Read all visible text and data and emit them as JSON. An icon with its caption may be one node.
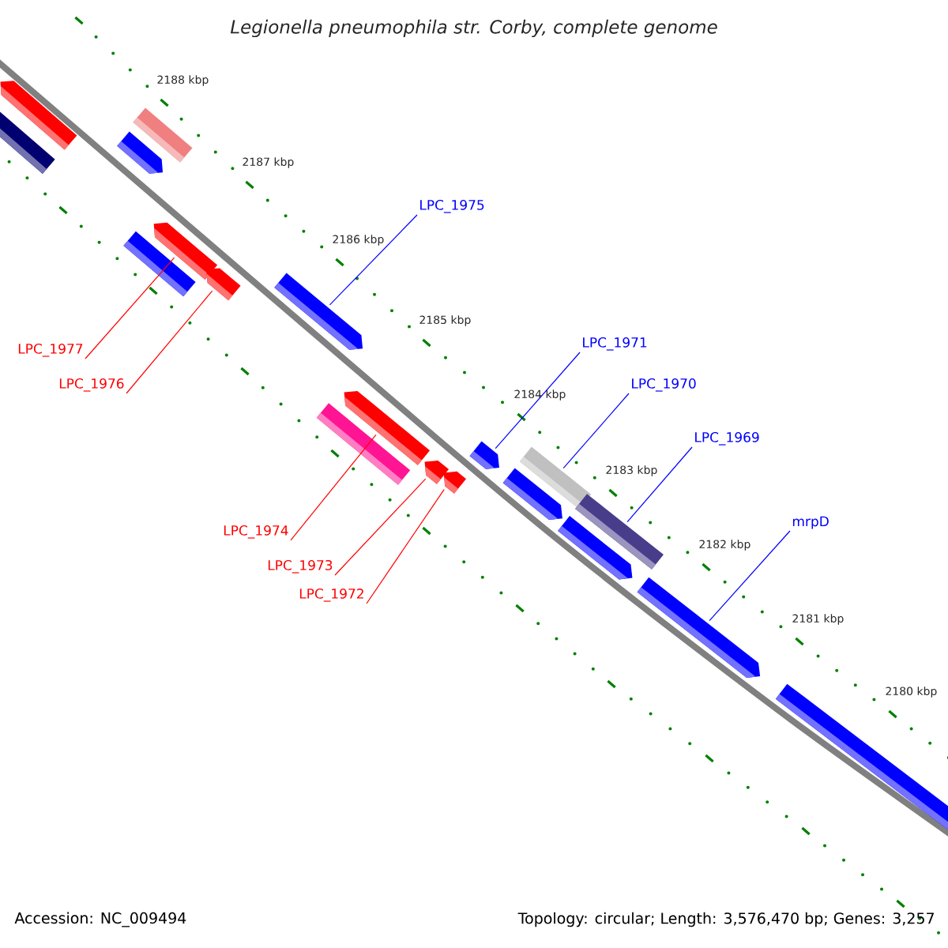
{
  "diagram": {
    "title": "Legionella pneumophila str. Corby, complete genome",
    "nodes": [
      {
        "text": [],
        "shape": "bar"
      },
      {
        "text": [],
        "shape": "bar"
      },
      {
        "text": [],
        "shape": "bar"
      },
      {
        "text": [],
        "shape": "bar"
      },
      {
        "text": [],
        "shape": "bar"
      },
      {
        "text": [],
        "shape": "bar"
      },
      {
        "text": [],
        "shape": "bar"
      },
      {
        "text": [],
        "shape": "bar"
      },
      {
        "text": [],
        "shape": "bar"
      },
      {
        "text": [],
        "shape": "bar"
      },
      {
        "text": [],
        "shape": "bar"
      },
      {
        "text": [],
        "shape": "bar"
      },
      {
        "text": [],
        "shape": "bar"
      },
      {
        "text": [],
        "shape": "bar"
      },
      {
        "text": [],
        "shape": "bar"
      },
      {
        "text": [],
        "shape": "bar"
      },
      {
        "text": [],
        "shape": "bar"
      },
      {
        "text": [],
        "shape": "bar"
      },
      {
        "text": [],
        "shape": "bar"
      },
      {
        "text": [
          "LPC_1975"
        ]
      },
      {
        "text": [
          "LPC_1977"
        ]
      },
      {
        "text": [
          "LPC_1976"
        ]
      },
      {
        "text": [
          "LPC_1971"
        ]
      },
      {
        "text": [
          "LPC_1970"
        ]
      },
      {
        "text": [
          "LPC_1969"
        ]
      },
      {
        "text": [
          "LPC_1974"
        ]
      },
      {
        "text": [
          "mrpD"
        ]
      },
      {
        "text": [
          "LPC_1973"
        ]
      },
      {
        "text": [
          "LPC_1972"
        ]
      }
    ],
    "edges": [
      {
        "from": 19,
        "to": 7,
        "arrow": "none",
        "color": "#0000ff"
      },
      {
        "from": 20,
        "to": 5,
        "arrow": "none",
        "color": "#ff0000"
      },
      {
        "from": 21,
        "to": 6,
        "arrow": "none",
        "color": "#ff0000"
      },
      {
        "from": 22,
        "to": 12,
        "arrow": "none",
        "color": "#0000ff"
      },
      {
        "from": 23,
        "to": 13,
        "arrow": "none",
        "color": "#0000ff"
      },
      {
        "from": 24,
        "to": 15,
        "arrow": "none",
        "color": "#0000ff"
      },
      {
        "from": 25,
        "to": 8,
        "arrow": "none",
        "color": "#ff0000"
      },
      {
        "from": 26,
        "to": 17,
        "arrow": "none",
        "color": "#0000ff"
      },
      {
        "from": 27,
        "to": 10,
        "arrow": "none",
        "color": "#ff0000"
      },
      {
        "from": 28,
        "to": 11,
        "arrow": "none",
        "color": "#ff0000"
      }
    ],
    "labels": [
      "2188 kbp",
      "2187 kbp",
      "2186 kbp",
      "2185 kbp",
      "2184 kbp",
      "2183 kbp",
      "2182 kbp",
      "2181 kbp",
      "2180 kbp",
      "Accession: NC_009494",
      "Topology: circular; Length: 3,576,470 bp; Genes: 3,257"
    ]
  }
}
